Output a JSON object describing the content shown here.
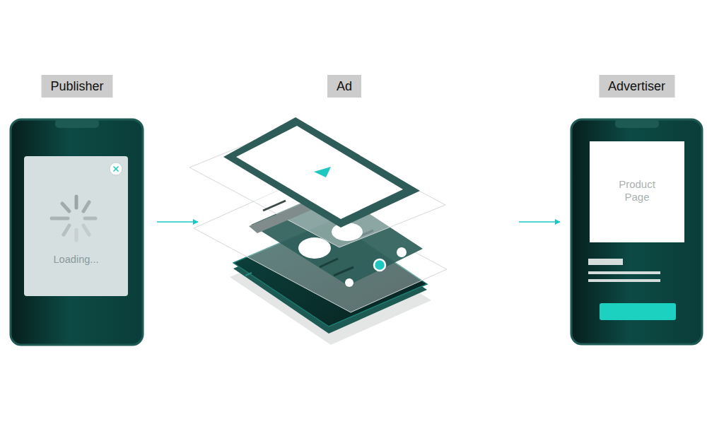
{
  "diagram": {
    "nodes": [
      {
        "text": [
          "Publisher"
        ]
      },
      {
        "text": [
          "Loading..."
        ],
        "in": 0
      },
      {
        "text": [
          "Ad"
        ]
      },
      {
        "text": [
          "Advertiser"
        ]
      },
      {
        "text": [
          "Product Page"
        ],
        "in": 3
      }
    ],
    "edges": [
      {
        "from": 0,
        "to": 2,
        "arrow": "to"
      },
      {
        "from": 2,
        "to": 3,
        "arrow": "to"
      }
    ]
  }
}
